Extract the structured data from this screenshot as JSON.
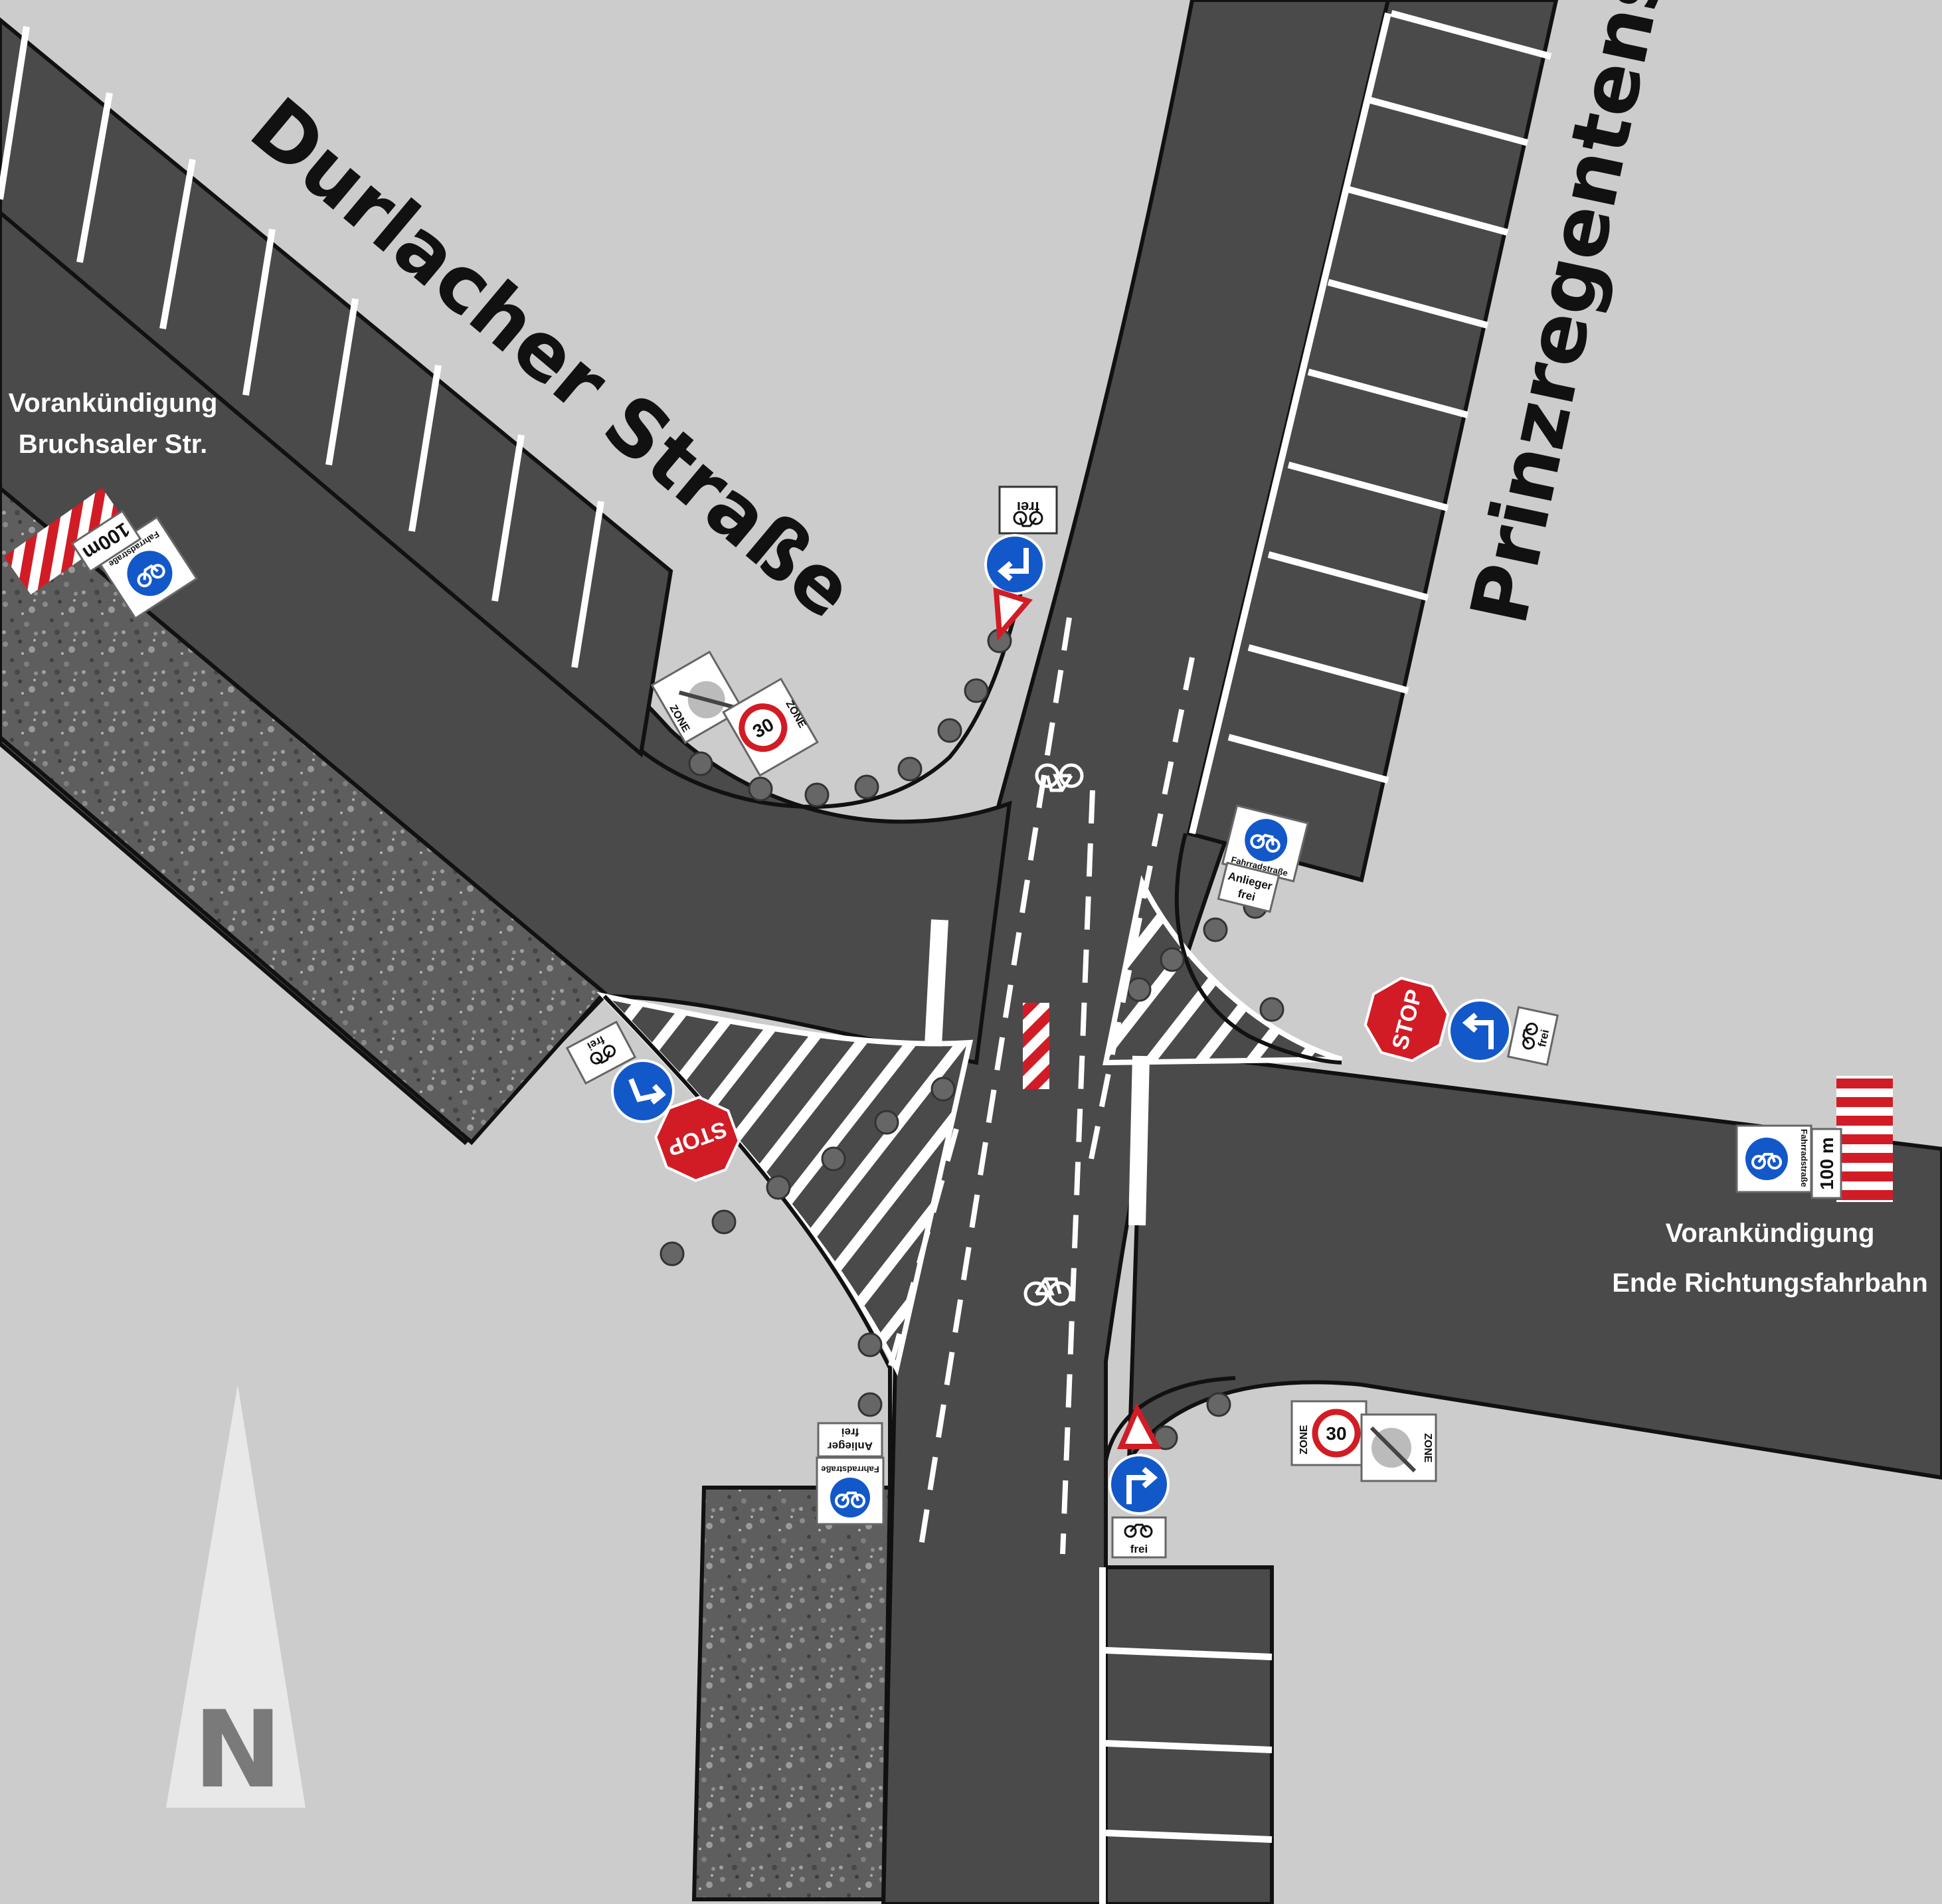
{
  "streets": {
    "durlacher": "Durlacher Straße",
    "prinzregenten": "Prinzregentenstraße"
  },
  "notes": {
    "bruchsaler_line1": "Vorankündigung",
    "bruchsaler_line2": "Bruchsaler Str.",
    "ende_line1": "Vorankündigung",
    "ende_line2": "Ende Richtungsfahrbahn"
  },
  "signs": {
    "stop": "STOP",
    "speed": "30",
    "zone": "ZONE",
    "frei": "frei",
    "fahrradstrasse": "Fahrradstraße",
    "anlieger": "Anlieger",
    "distance": "100 m",
    "distance_nw": "100m"
  },
  "compass": {
    "letter": "N"
  },
  "colors": {
    "road": "#4a4a4a",
    "sidewalk": "#cccccc",
    "marking": "#ffffff",
    "gravel": "#6b6b6b",
    "sign_blue": "#1258c9",
    "sign_red": "#d11c26",
    "outline": "#111111"
  }
}
